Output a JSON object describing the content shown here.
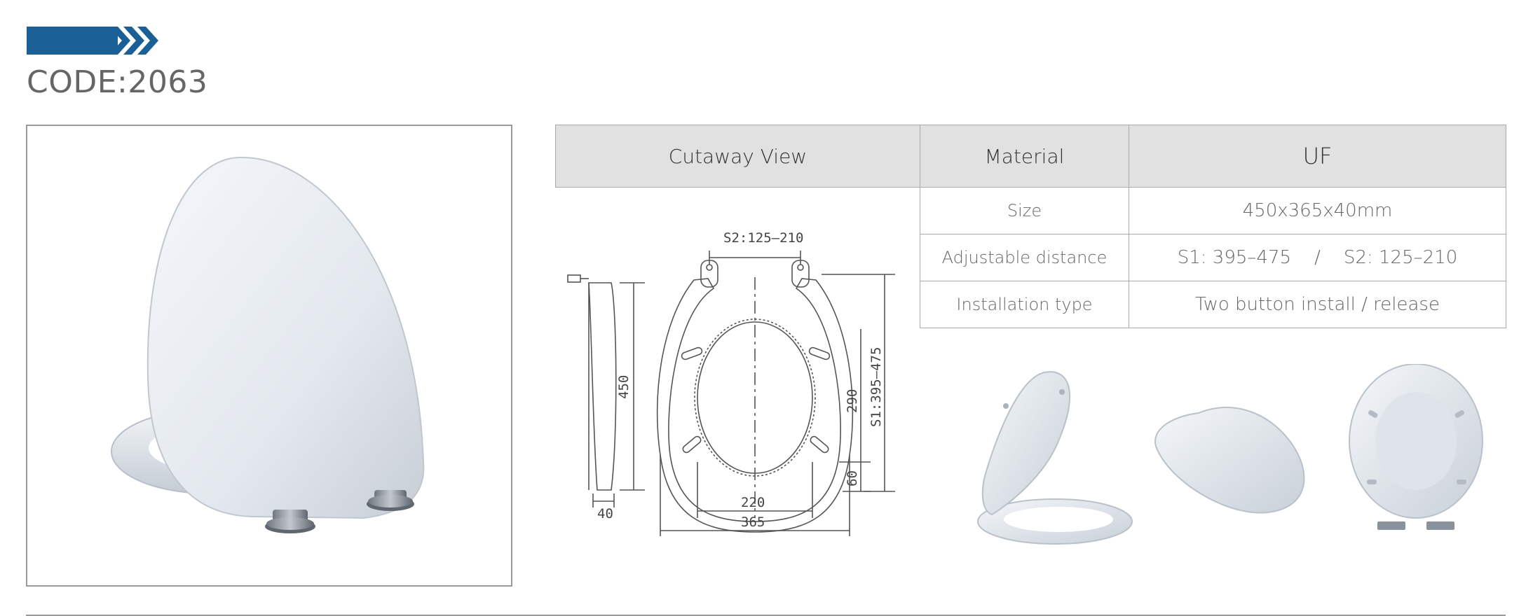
{
  "header": {
    "code_label": "CODE:2063",
    "accent_color": "#1a5f96"
  },
  "spec_table": {
    "cutaway_header": "Cutaway View",
    "material_label": "Material",
    "material_value": "UF",
    "rows": [
      {
        "label": "Size",
        "value": "450x365x40mm"
      },
      {
        "label": "Adjustable distance",
        "value": "S1: 395–475    /    S2: 125–210"
      },
      {
        "label": "Installation type",
        "value": "Two button install / release"
      }
    ]
  },
  "drawing": {
    "s2": "S2:125–210",
    "s1": "S1:395–475",
    "h450": "450",
    "h290": "290",
    "h60": "60",
    "w40": "40",
    "w220": "220",
    "w365": "365"
  },
  "icons": {
    "brand": "double-chevron-icon"
  }
}
